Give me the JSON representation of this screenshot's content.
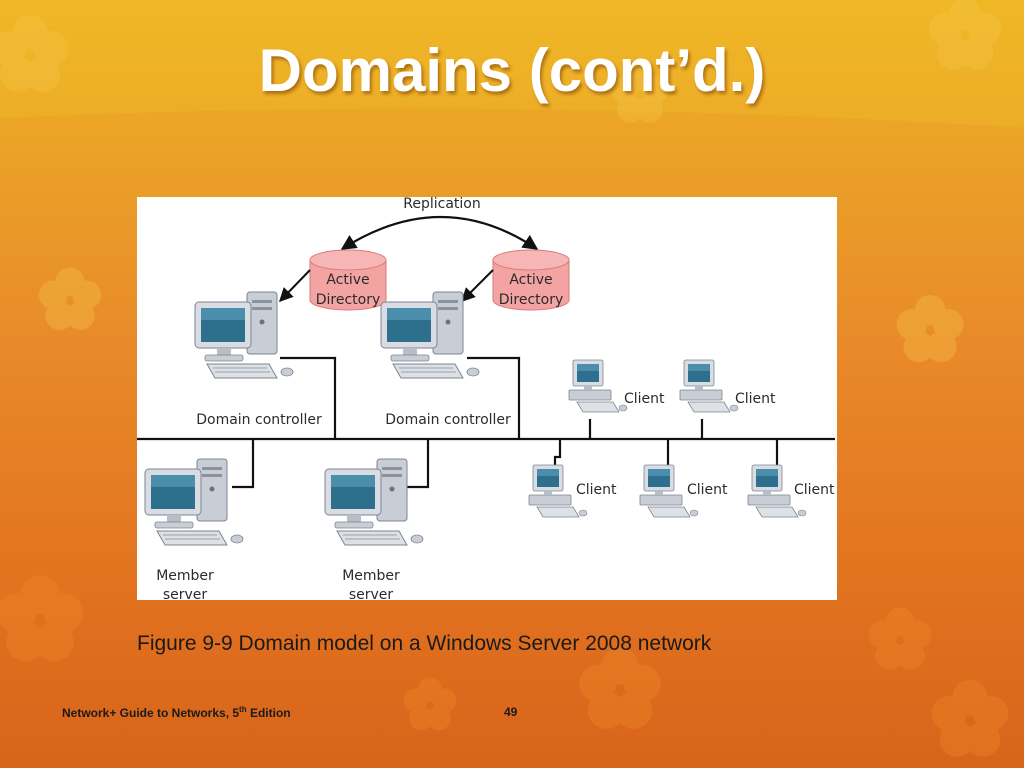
{
  "slide": {
    "title": "Domains (cont’d.)",
    "caption": "Figure 9-9 Domain model on a Windows Server 2008 network",
    "footer_text": "Network+ Guide to Networks, 5",
    "footer_sup": "th",
    "footer_text_end": " Edition",
    "page_number": "49"
  },
  "diagram": {
    "replication_label": "Replication",
    "ad_line1": "Active",
    "ad_line2": "Directory",
    "domain_controller_label": "Domain controller",
    "member_line1": "Member",
    "member_line2": "server",
    "client_label": "Client"
  },
  "colors": {
    "bg_top": "#efb423",
    "bg_bottom": "#d8641a",
    "ad_cylinder": "#f4a3a3",
    "line": "#111111"
  }
}
